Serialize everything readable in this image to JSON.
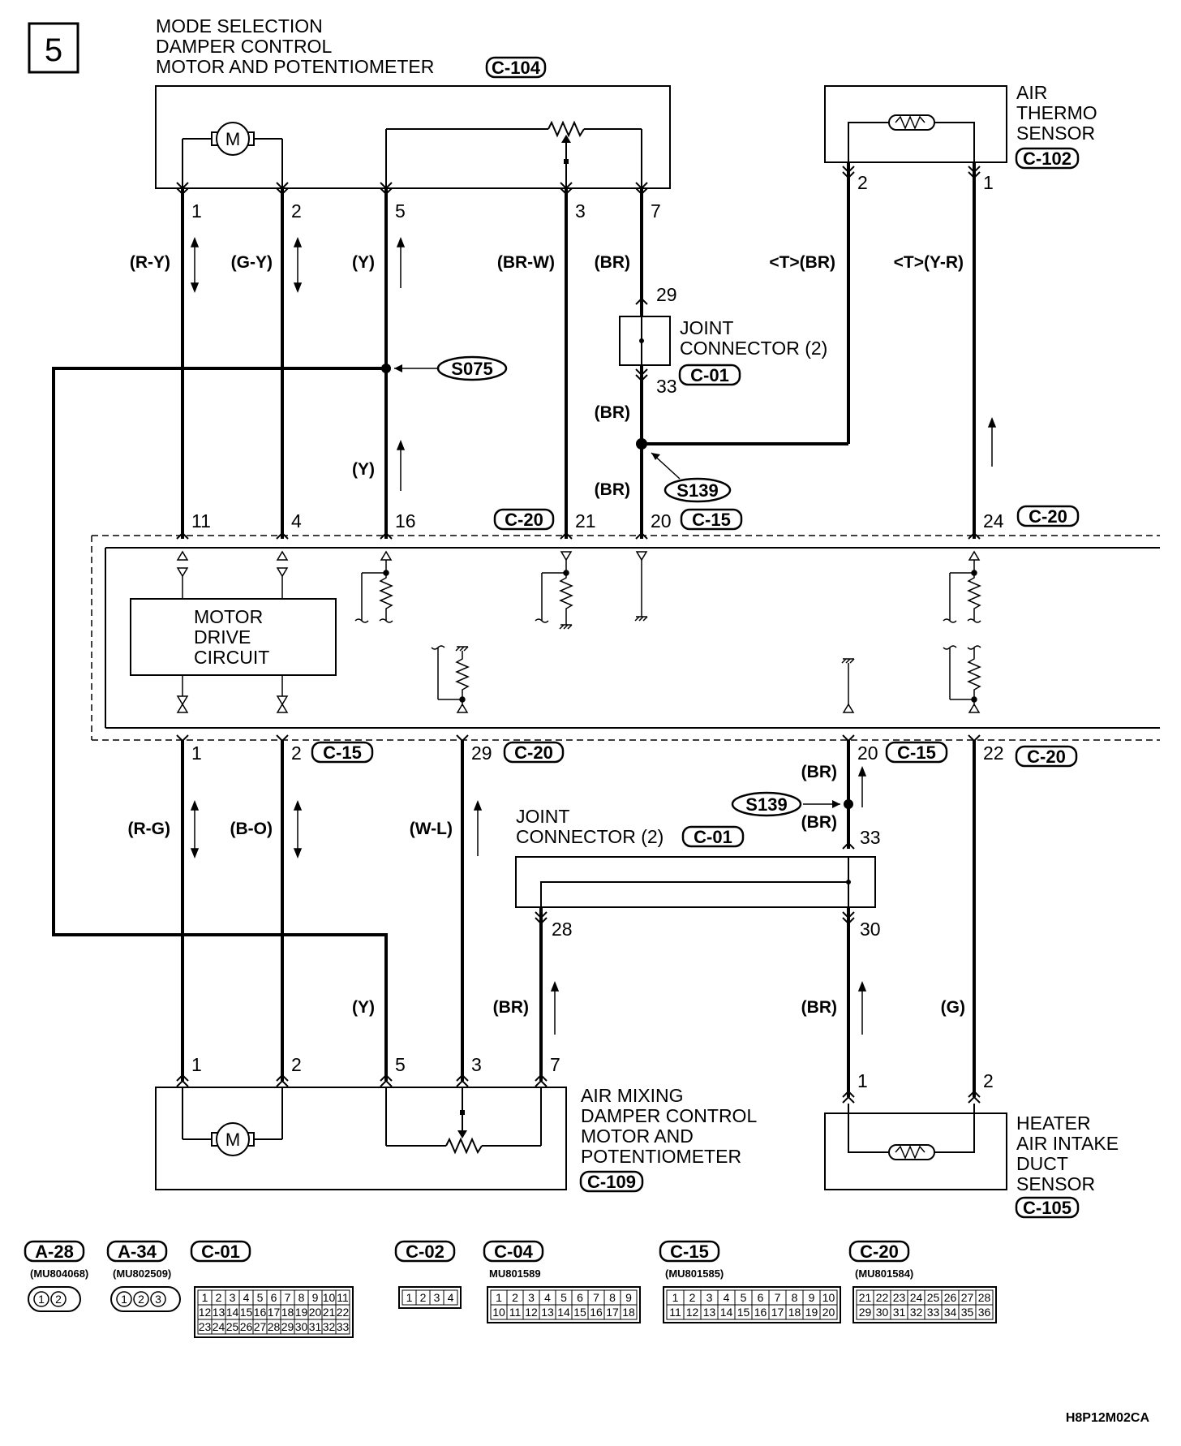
{
  "page_number": "5",
  "diagram_code": "H8P12M02CA",
  "components": {
    "mode_motor": {
      "title_lines": [
        "MODE SELECTION",
        "DAMPER CONTROL",
        "MOTOR AND POTENTIOMETER"
      ],
      "connector": "C-104",
      "motor_symbol": "M"
    },
    "air_thermo": {
      "title_lines": [
        "AIR",
        "THERMO",
        "SENSOR"
      ],
      "connector": "C-102"
    },
    "joint_top": {
      "title_lines": [
        "JOINT",
        "CONNECTOR (2)"
      ],
      "connector": "C-01"
    },
    "motor_drive": {
      "title_lines": [
        "MOTOR",
        "DRIVE",
        "CIRCUIT"
      ]
    },
    "joint_bottom": {
      "title_lines": [
        "JOINT",
        "CONNECTOR (2)"
      ],
      "connector": "C-01"
    },
    "air_mix": {
      "title_lines": [
        "AIR MIXING",
        "DAMPER CONTROL",
        "MOTOR AND",
        "POTENTIOMETER"
      ],
      "connector": "C-109",
      "motor_symbol": "M"
    },
    "heater_sensor": {
      "title_lines": [
        "HEATER",
        "AIR INTAKE",
        "DUCT",
        "SENSOR"
      ],
      "connector": "C-105"
    }
  },
  "splices": {
    "s075": "S075",
    "s139_top": "S139",
    "s139_bottom": "S139"
  },
  "pins": {
    "top_c104": [
      "1",
      "2",
      "5",
      "3",
      "7"
    ],
    "top_c102": [
      "2",
      "1"
    ],
    "joint_top": [
      "29",
      "33"
    ],
    "ecu_top": [
      "11",
      "4",
      "16",
      "21",
      "20",
      "24"
    ],
    "ecu_bottom": [
      "1",
      "2",
      "29",
      "20",
      "22"
    ],
    "joint_bottom": [
      "33",
      "28",
      "30"
    ],
    "air_mix": [
      "1",
      "2",
      "5",
      "3",
      "7"
    ],
    "heater": [
      "1",
      "2"
    ]
  },
  "connector_tags": {
    "ecu_top_21": "C-20",
    "ecu_top_20": "C-15",
    "ecu_top_24": "C-20",
    "ecu_bottom_2": "C-15",
    "ecu_bottom_29": "C-20",
    "ecu_bottom_20": "C-15",
    "ecu_bottom_22": "C-20"
  },
  "wire_colors": {
    "top": [
      "(R-Y)",
      "(G-Y)",
      "(Y)",
      "(BR-W)",
      "(BR)",
      "<T>(BR)",
      "<T>(Y-R)"
    ],
    "mid": [
      "(BR)",
      "(Y)",
      "(BR)"
    ],
    "bottom": [
      "(R-G)",
      "(B-O)",
      "(W-L)",
      "(BR)",
      "(BR)"
    ],
    "lower": [
      "(Y)",
      "(BR)",
      "(BR)",
      "(G)"
    ]
  },
  "connector_legend": [
    {
      "name": "A-28",
      "part": "(MU804068)",
      "rows": [
        [
          "1",
          "2"
        ]
      ]
    },
    {
      "name": "A-34",
      "part": "(MU802509)",
      "rows": [
        [
          "1",
          "2",
          "3"
        ]
      ]
    },
    {
      "name": "C-01",
      "part": "",
      "rows": [
        [
          "1",
          "2",
          "3",
          "4",
          "5",
          "6",
          "7",
          "8",
          "9",
          "10",
          "11"
        ],
        [
          "12",
          "13",
          "14",
          "15",
          "16",
          "17",
          "18",
          "19",
          "20",
          "21",
          "22"
        ],
        [
          "23",
          "24",
          "25",
          "26",
          "27",
          "28",
          "29",
          "30",
          "31",
          "32",
          "33"
        ]
      ]
    },
    {
      "name": "C-02",
      "part": "",
      "rows": [
        [
          "1",
          "2",
          "3",
          "4"
        ]
      ]
    },
    {
      "name": "C-04",
      "part": "MU801589",
      "rows": [
        [
          "1",
          "2",
          "3",
          "4",
          "5",
          "6",
          "7",
          "8",
          "9"
        ],
        [
          "10",
          "11",
          "12",
          "13",
          "14",
          "15",
          "16",
          "17",
          "18"
        ]
      ]
    },
    {
      "name": "C-15",
      "part": "(MU801585)",
      "rows": [
        [
          "1",
          "2",
          "3",
          "4",
          "5",
          "6",
          "7",
          "8",
          "9",
          "10"
        ],
        [
          "11",
          "12",
          "13",
          "14",
          "15",
          "16",
          "17",
          "18",
          "19",
          "20"
        ]
      ]
    },
    {
      "name": "C-20",
      "part": "(MU801584)",
      "rows": [
        [
          "21",
          "22",
          "23",
          "24",
          "25",
          "26",
          "27",
          "28"
        ],
        [
          "29",
          "30",
          "31",
          "32",
          "33",
          "34",
          "35",
          "36"
        ]
      ]
    }
  ]
}
